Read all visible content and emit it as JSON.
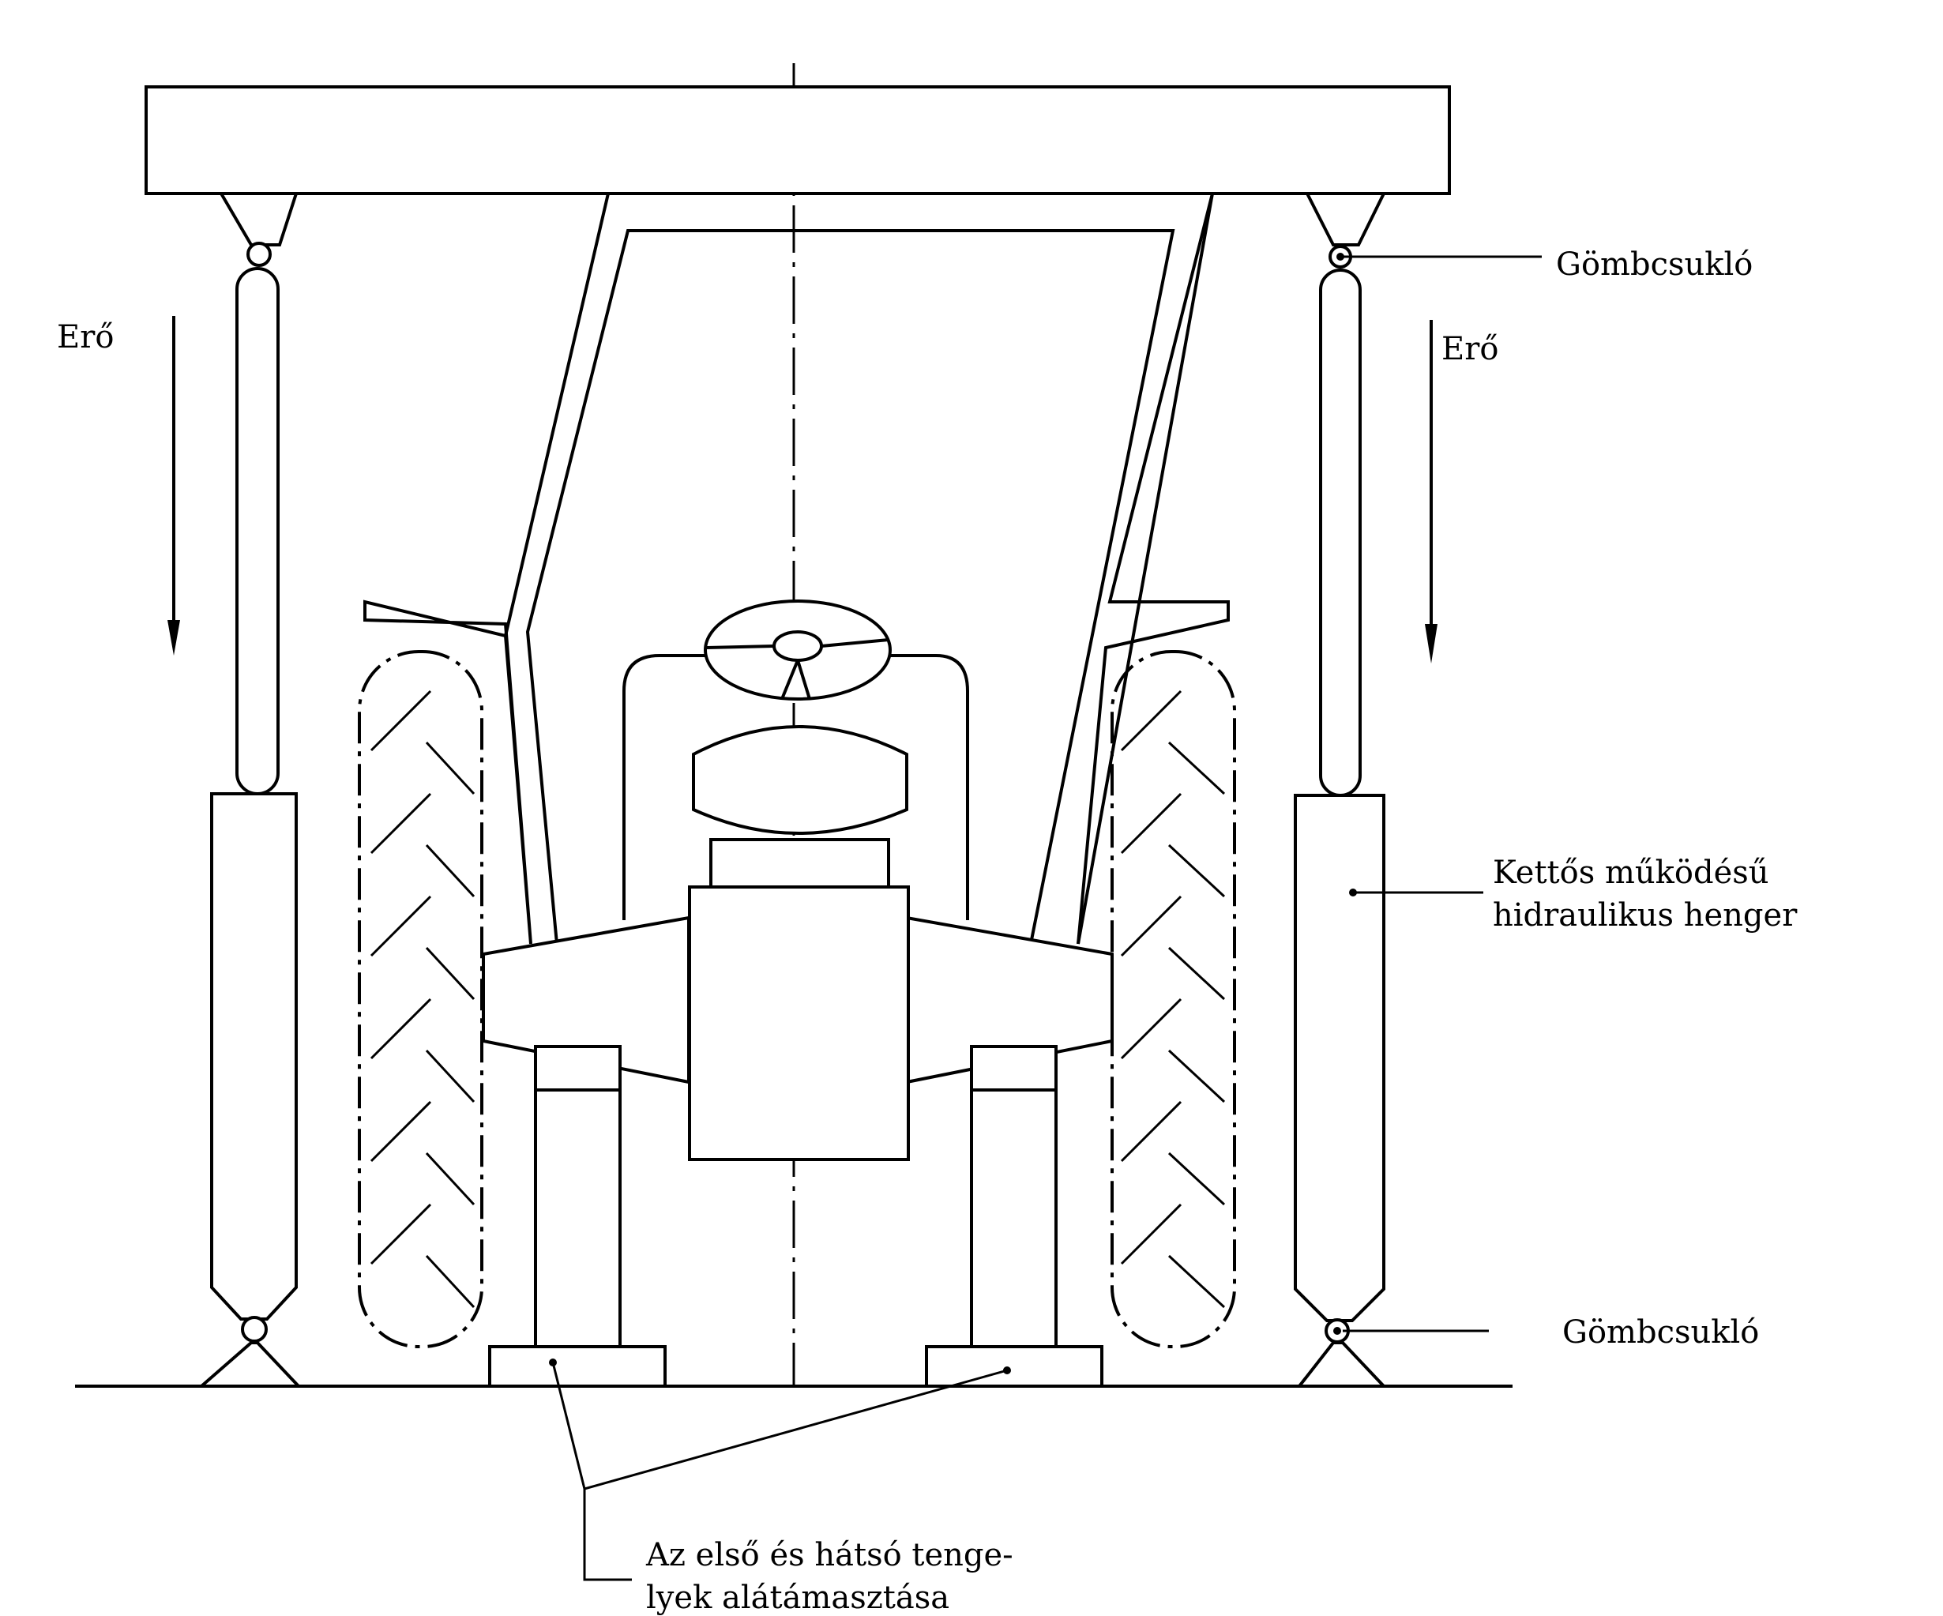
{
  "labels": {
    "force_left": "Erő",
    "force_right": "Erő",
    "ball_joint_top": "Gömbcsukló",
    "ball_joint_bottom": "Gömbcsukló",
    "cylinder_line1": "Kettős működésű",
    "cylinder_line2": "hidraulikus henger",
    "support_line1": "Az első és hátsó tenge-",
    "support_line2": "lyek alátámasztása"
  },
  "colors": {
    "line": "#000000",
    "background": "#ffffff"
  }
}
